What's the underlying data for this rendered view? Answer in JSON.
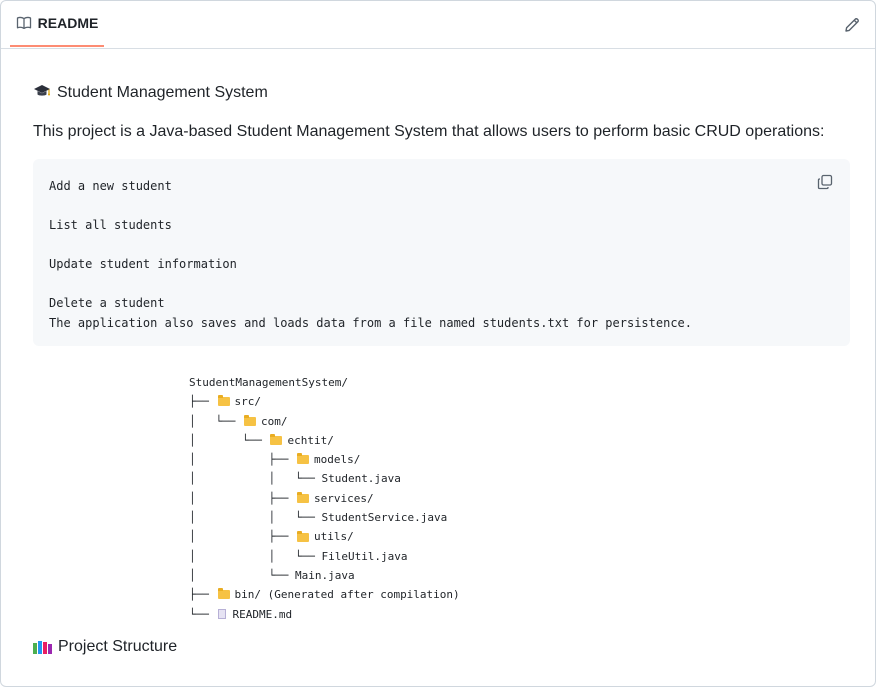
{
  "header": {
    "tab_label": "README",
    "book_icon": "book-icon",
    "edit_icon": "pencil-icon"
  },
  "readme": {
    "heading_icon": "graduation-cap-emoji",
    "heading": "Student Management System",
    "intro": "This project is a Java-based Student Management System that allows users to perform basic CRUD operations:",
    "code": "Add a new student\n\nList all students\n\nUpdate student information\n\nDelete a student\nThe application also saves and loads data from a file named students.txt for persistence.",
    "copy_icon": "copy-icon",
    "tree": [
      {
        "prefix": "",
        "icon": "",
        "text": "StudentManagementSystem/"
      },
      {
        "prefix": "├── ",
        "icon": "folder",
        "text": "src/"
      },
      {
        "prefix": "│   └── ",
        "icon": "folder",
        "text": "com/"
      },
      {
        "prefix": "│       └── ",
        "icon": "folder",
        "text": "echtit/"
      },
      {
        "prefix": "│           ├── ",
        "icon": "folder",
        "text": "models/"
      },
      {
        "prefix": "│           │   └── ",
        "icon": "",
        "text": "Student.java"
      },
      {
        "prefix": "│           ├── ",
        "icon": "folder",
        "text": "services/"
      },
      {
        "prefix": "│           │   └── ",
        "icon": "",
        "text": "StudentService.java"
      },
      {
        "prefix": "│           ├── ",
        "icon": "folder",
        "text": "utils/"
      },
      {
        "prefix": "│           │   └── ",
        "icon": "",
        "text": "FileUtil.java"
      },
      {
        "prefix": "│           └── ",
        "icon": "",
        "text": "Main.java"
      },
      {
        "prefix": "├── ",
        "icon": "folder",
        "text": "bin/ (Generated after compilation)"
      },
      {
        "prefix": "└── ",
        "icon": "file",
        "text": "README.md"
      }
    ],
    "footer_icon": "books-emoji",
    "footer_heading": "Project Structure"
  },
  "colors": {
    "tab_underline": "#fd8c73",
    "code_bg": "#f6f8fa",
    "folder": "#f6c244",
    "border": "#d0d7de"
  }
}
